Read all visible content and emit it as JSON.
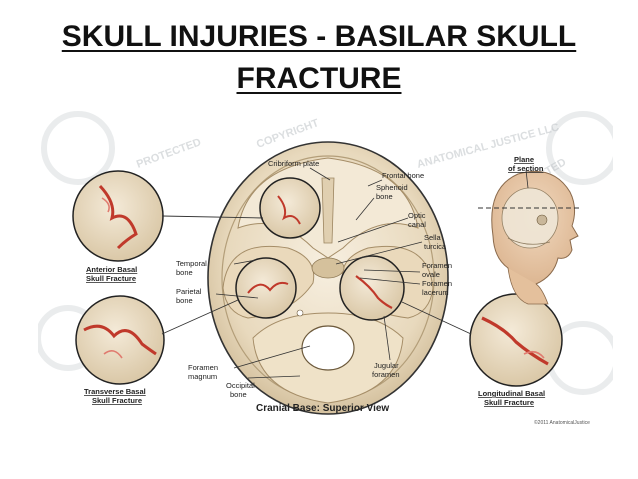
{
  "title": {
    "line1": "SKULL INJURIES - BASILAR SKULL",
    "line2": "FRACTURE"
  },
  "diagram": {
    "labels": {
      "cribriform_plate": "Cribriform plate",
      "frontal_bone": "Frontal bone",
      "sphenoid_bone_1": "Sphenoid",
      "sphenoid_bone_2": "bone",
      "optic_canal_1": "Optic",
      "optic_canal_2": "canal",
      "sella_turcica_1": "Sella",
      "sella_turcica_2": "turcica",
      "foramen_ovale_1": "Foramen",
      "foramen_ovale_2": "ovale",
      "foramen_lacerum_1": "Foramen",
      "foramen_lacerum_2": "lacerum",
      "temporal_bone_1": "Temporal",
      "temporal_bone_2": "bone",
      "parietal_bone_1": "Parietal",
      "parietal_bone_2": "bone",
      "foramen_magnum_1": "Foramen",
      "foramen_magnum_2": "magnum",
      "occipital_bone_1": "Occipital",
      "occipital_bone_2": "bone",
      "jugular_foramen_1": "Jugular",
      "jugular_foramen_2": "foramen",
      "plane_of_section_1": "Plane",
      "plane_of_section_2": "of section"
    },
    "fracture_types": {
      "anterior_1": "Anterior Basal",
      "anterior_2": "Skull Fracture",
      "transverse_1": "Transverse Basal",
      "transverse_2": "Skull Fracture",
      "longitudinal_1": "Longitudinal Basal",
      "longitudinal_2": "Skull Fracture"
    },
    "caption": "Cranial Base: Superior View",
    "copyright": "©2011 AnatomicalJustice",
    "watermark": {
      "w1": "COPYRIGHT",
      "w2": "PROTECTED",
      "w3": "ANATOMICAL JUSTICE LLC"
    },
    "colors": {
      "bone": "#efe4cf",
      "bone_shade": "#d9c7a6",
      "fracture": "#c0392b",
      "outline": "#333333",
      "skin": "#e9c9a9"
    }
  }
}
